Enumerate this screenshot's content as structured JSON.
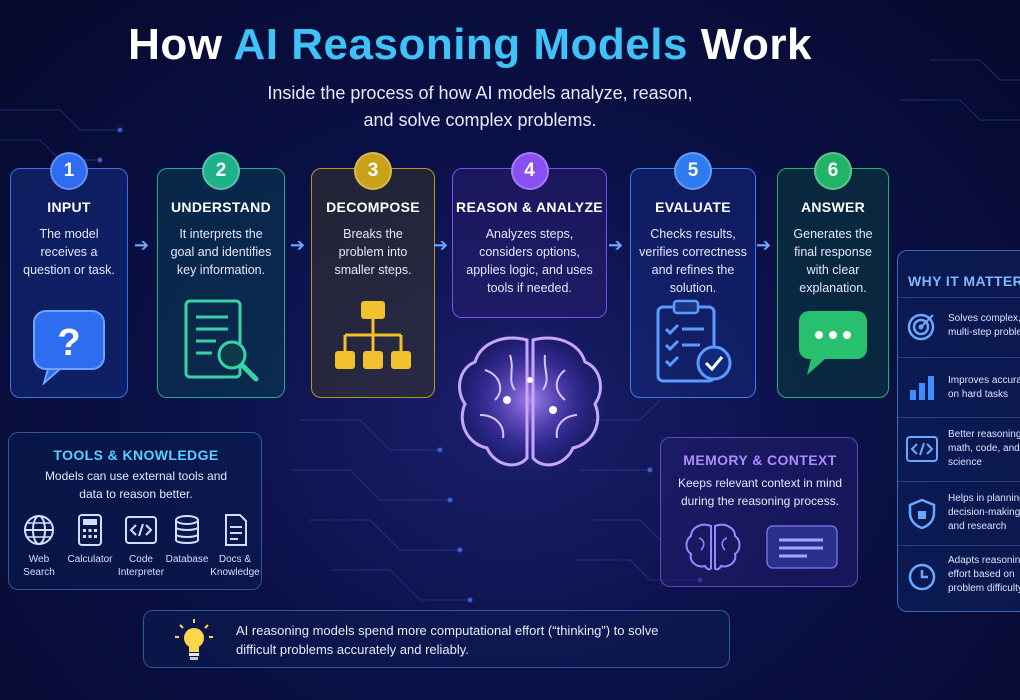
{
  "title": {
    "part1": "How ",
    "accent": "AI Reasoning Models",
    "part2": " Work"
  },
  "subtitle": {
    "line1": "Inside the process of how AI models analyze, reason,",
    "line2": "and solve complex problems."
  },
  "steps": [
    {
      "num": "1",
      "title": "INPUT",
      "desc": "The model receives a question or task.",
      "icon": "question-bubble-icon",
      "color": "#2f6df0"
    },
    {
      "num": "2",
      "title": "UNDERSTAND",
      "desc": "It interprets the goal and identifies key information.",
      "icon": "document-search-icon",
      "color": "#1fb28a"
    },
    {
      "num": "3",
      "title": "DECOMPOSE",
      "desc": "Breaks the problem into smaller steps.",
      "icon": "hierarchy-icon",
      "color": "#c9a21a"
    },
    {
      "num": "4",
      "title": "REASON & ANALYZE",
      "desc": "Analyzes steps, considers options, applies logic, and uses tools if needed.",
      "icon": "brain-icon",
      "color": "#8a4ff0"
    },
    {
      "num": "5",
      "title": "EVALUATE",
      "desc": "Checks results, verifies correctness and refines the solution.",
      "icon": "checklist-icon",
      "color": "#2f7cf0"
    },
    {
      "num": "6",
      "title": "ANSWER",
      "desc": "Generates the final response with clear explanation.",
      "icon": "chat-bubble-icon",
      "color": "#23b368"
    }
  ],
  "tools": {
    "title": "TOOLS & KNOWLEDGE",
    "desc": "Models can use external tools and data to reason better.",
    "items": [
      {
        "label": "Web Search",
        "icon": "globe-icon"
      },
      {
        "label": "Calculator",
        "icon": "calculator-icon"
      },
      {
        "label": "Code Interpreter",
        "icon": "code-icon"
      },
      {
        "label": "Database",
        "icon": "database-icon"
      },
      {
        "label": "Docs & Knowledge",
        "icon": "document-icon"
      }
    ]
  },
  "memory": {
    "title": "MEMORY & CONTEXT",
    "desc": "Keeps relevant context in mind during the reasoning process."
  },
  "why": {
    "title": "WHY IT MATTERS",
    "items": [
      {
        "text": "Solves complex, multi-step problems",
        "icon": "target-icon"
      },
      {
        "text": "Improves accuracy on hard tasks",
        "icon": "bar-chart-icon"
      },
      {
        "text": "Better reasoning in math, code, and science",
        "icon": "code-icon"
      },
      {
        "text": "Helps in planning, decision-making, and research",
        "icon": "shield-icon"
      },
      {
        "text": "Adapts reasoning effort based on problem difficulty",
        "icon": "clock-icon"
      }
    ]
  },
  "bottom_note": {
    "line1": "AI reasoning models spend more computational effort (“thinking”) to solve",
    "line2": "difficult problems accurately and reliably."
  },
  "colors": {
    "accent": "#3fc3f7",
    "background": "#0b1048"
  }
}
